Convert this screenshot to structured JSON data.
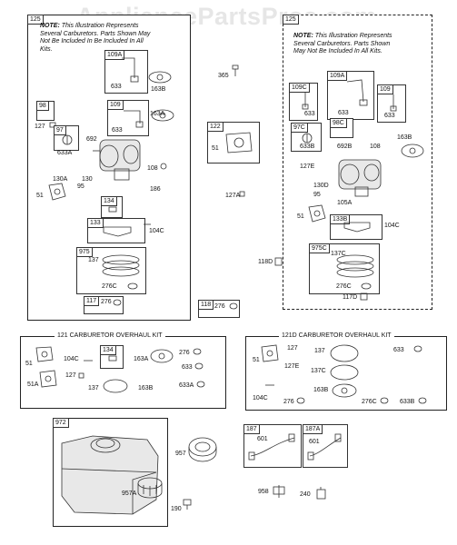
{
  "watermark": "AppliancePartsPros.com",
  "note": {
    "label": "NOTE:",
    "left": "This Illustration Represents Several Carburetors. Parts Shown May Not Be Included In Be Included In All Kits.",
    "right": "This Illustration Represents Several Carburetors. Parts Shown May Not Be Included In All Kits."
  },
  "groups": {
    "left_carb": "125",
    "right_carb": "125",
    "kit121": "121 CARBURETOR OVERHAUL KIT",
    "kit121d": "121D CARBURETOR OVERHAUL KIT",
    "tank": "972"
  },
  "parts": {
    "p109a": "109A",
    "p633a1": "633",
    "p163b1": "163B",
    "p98": "98",
    "p127_1": "127",
    "p109": "109",
    "p163a1": "163A",
    "p633_2": "633",
    "p97": "97",
    "p692": "692",
    "p633a2": "633A",
    "p108": "108",
    "p130a": "130A",
    "p130": "130",
    "p95": "95",
    "p186": "186",
    "p51": "51",
    "p134": "134",
    "p133": "133",
    "p104c1": "104C",
    "p975": "975",
    "p137_1": "137",
    "p276c1": "276C",
    "p117": "117",
    "p276_1": "276",
    "p365": "365",
    "p122": "122",
    "p51b": "51",
    "p127a": "127A",
    "p118d": "118D",
    "p118": "118",
    "p276_2": "276",
    "r109a": "109A",
    "r109c": "109C",
    "r633_1": "633",
    "r633_2": "633",
    "r109": "109",
    "r633_3": "633",
    "r98c": "98C",
    "r97c": "97C",
    "r633b": "633B",
    "r692b": "692B",
    "r108": "108",
    "r163b": "163B",
    "r127e": "127E",
    "r130d": "130D",
    "r95": "95",
    "r105a": "105A",
    "r51": "51",
    "r133b": "133B",
    "r104c": "104C",
    "r975c": "975C",
    "r137c": "137C",
    "r276c": "276C",
    "r117d": "117D",
    "k51": "51",
    "k104c": "104C",
    "k134": "134",
    "k163a": "163A",
    "k276": "276",
    "k633": "633",
    "k51a": "51A",
    "k127": "127",
    "k137": "137",
    "k163b": "163B",
    "k633a": "633A",
    "d51": "51",
    "d127": "127",
    "d137": "137",
    "d633": "633",
    "d127e": "127E",
    "d137c": "137C",
    "d163b": "163B",
    "d104c": "104C",
    "d276": "276",
    "d276c": "276C",
    "d633b": "633B",
    "t957": "957",
    "t957a": "957A",
    "t190": "190",
    "h187": "187",
    "h601a": "601",
    "h187a": "187A",
    "h601b": "601",
    "h958": "958",
    "h240": "240"
  }
}
